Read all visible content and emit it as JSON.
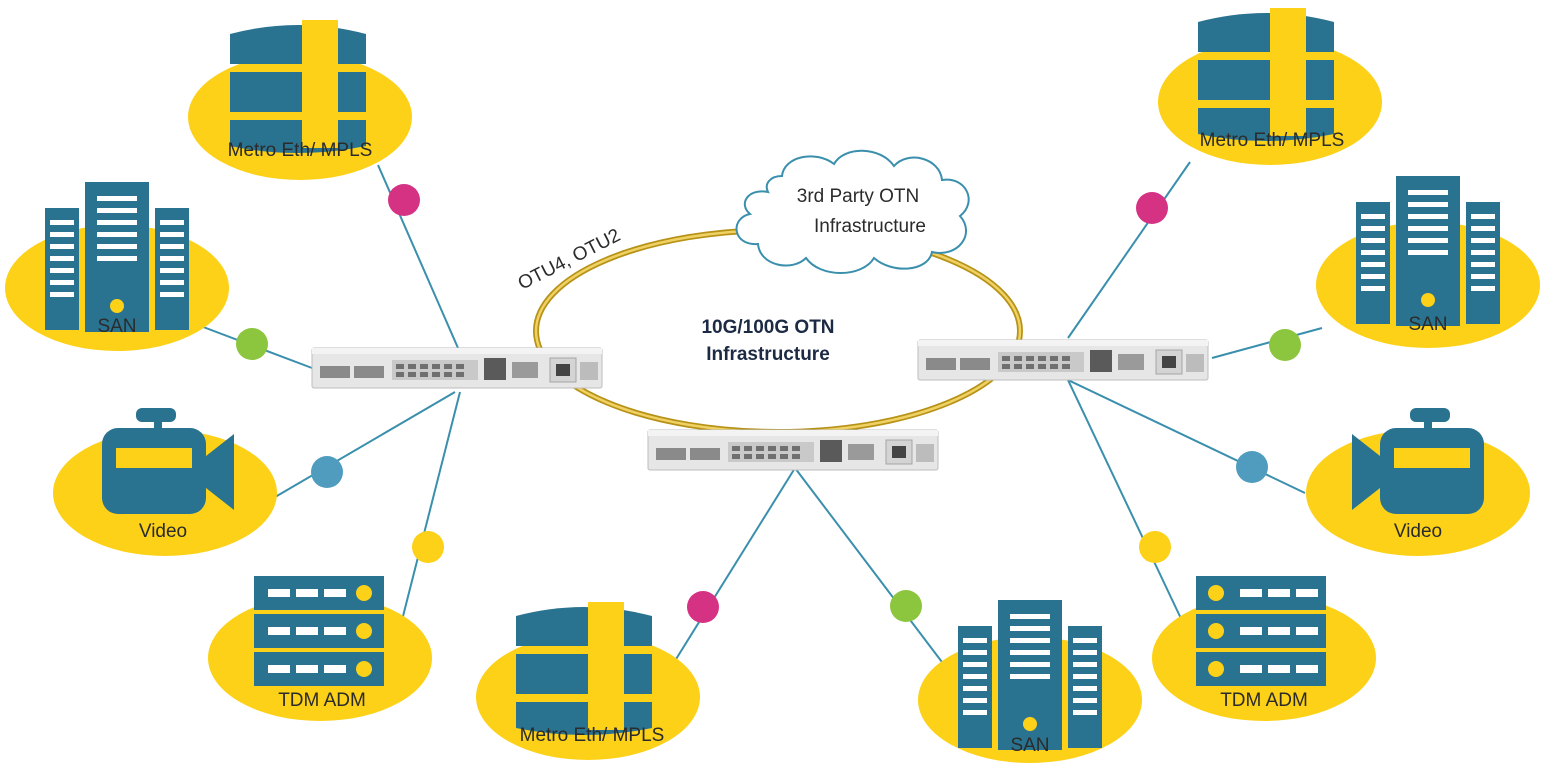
{
  "colors": {
    "node_fill": "#fcd118",
    "icon_fill": "#2a7390",
    "line": "#3a8fad",
    "ring": "#d9b32a",
    "dot_magenta": "#d63283",
    "dot_green": "#8cc63e",
    "dot_blue": "#4f9cbf",
    "dot_yellow": "#fcd118",
    "device": "#e4e4e4"
  },
  "center": {
    "title_line1": "10G/100G OTN",
    "title_line2": "Infrastructure"
  },
  "ring_label": "OTU4, OTU2",
  "cloud": {
    "line1": "3rd Party OTN",
    "line2": "Infrastructure"
  },
  "nodes": {
    "metro_top_left": {
      "label": "Metro Eth/ MPLS",
      "icon": "router-icon"
    },
    "san_left": {
      "label": "SAN",
      "icon": "server-icon"
    },
    "video_left": {
      "label": "Video",
      "icon": "video-camera-icon"
    },
    "tdm_left": {
      "label": "TDM ADM",
      "icon": "rack-icon"
    },
    "metro_bottom": {
      "label": "Metro Eth/ MPLS",
      "icon": "router-icon"
    },
    "san_bottom": {
      "label": "SAN",
      "icon": "server-icon"
    },
    "metro_top_right": {
      "label": "Metro Eth/ MPLS",
      "icon": "router-icon"
    },
    "san_right": {
      "label": "SAN",
      "icon": "server-icon"
    },
    "video_right": {
      "label": "Video",
      "icon": "video-camera-icon"
    },
    "tdm_right": {
      "label": "TDM ADM",
      "icon": "rack-icon"
    }
  }
}
